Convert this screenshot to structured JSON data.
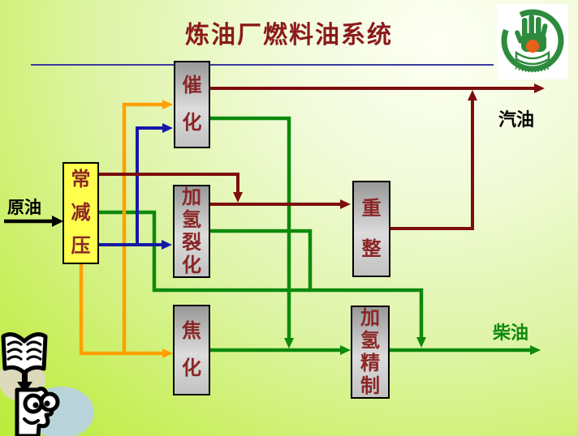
{
  "slide": {
    "title": "炼油厂燃料油系统"
  },
  "labels": {
    "crude_oil": "原油",
    "gasoline": "汽油",
    "diesel": "柴油"
  },
  "nodes": {
    "cdu": {
      "label": "常减压"
    },
    "fcc": {
      "label": "催化"
    },
    "hydrocracking": {
      "label": "加氢裂化"
    },
    "reforming": {
      "label": "重整"
    },
    "coking": {
      "label": "焦化"
    },
    "hydrotreating": {
      "label": "加氢精制"
    }
  },
  "edges": [
    {
      "from": "原油",
      "to": "常减压",
      "color": "black"
    },
    {
      "from": "常减压",
      "to": "催化",
      "color": "orange"
    },
    {
      "from": "常减压",
      "to": "焦化",
      "color": "orange"
    },
    {
      "from": "常减压",
      "to": "催化",
      "color": "blue"
    },
    {
      "from": "常减压",
      "to": "加氢裂化",
      "color": "blue"
    },
    {
      "from": "常减压",
      "to": "重整",
      "color": "dark_red"
    },
    {
      "from": "加氢裂化",
      "to": "重整",
      "color": "dark_red"
    },
    {
      "from": "催化",
      "to": "汽油",
      "color": "dark_red"
    },
    {
      "from": "重整",
      "to": "汽油",
      "color": "dark_red"
    },
    {
      "from": "常减压",
      "to": "柴油",
      "color": "green"
    },
    {
      "from": "催化",
      "to": "柴油",
      "color": "green"
    },
    {
      "from": "加氢裂化",
      "to": "柴油",
      "color": "green"
    },
    {
      "from": "焦化",
      "to": "加氢精制",
      "color": "green"
    },
    {
      "from": "加氢精制",
      "to": "柴油",
      "color": "green"
    }
  ],
  "colors": {
    "title_text": "#8b1a1a",
    "box_text": "#8b2626",
    "dark_red_line": "#7d0d0d",
    "green_line": "#0c8a0c",
    "blue_line": "#1418a8",
    "orange_line": "#ffa000",
    "black_line": "#000000",
    "divider": "#3a3a9e",
    "cdu_fill": "#ffff4d",
    "diesel_text": "#0c8a0c",
    "logo_green": "#2e8b3e",
    "logo_ball": "#e8611c"
  }
}
